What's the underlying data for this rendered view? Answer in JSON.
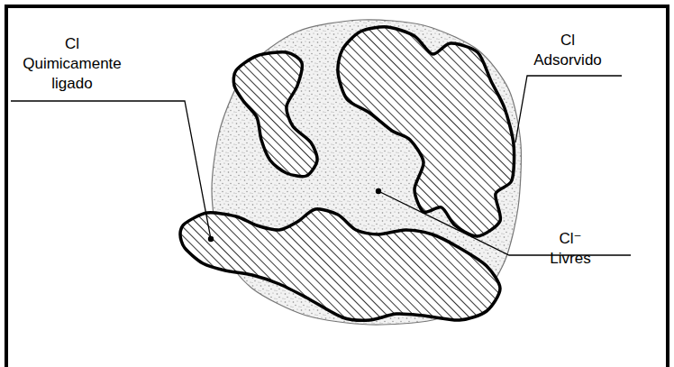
{
  "diagram": {
    "labels": [
      "Cl Quimicamente ligado",
      "Cl Adsorvido",
      "Cl⁻ Livres"
    ]
  }
}
